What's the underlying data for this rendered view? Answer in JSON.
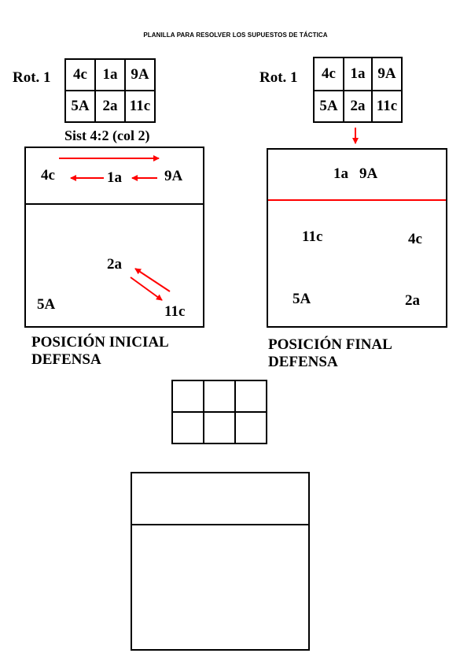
{
  "title": "PLANILLA PARA RESOLVER LOS SUPUESTOS DE TÁCTICA",
  "left": {
    "rotation_label": "Rot. 1",
    "rotation_grid": [
      [
        "4c",
        "1a",
        "9A"
      ],
      [
        "5A",
        "2a",
        "11c"
      ]
    ],
    "system_label": "Sist 4:2 (col 2)",
    "court_front": [
      "4c",
      "1a",
      "9A"
    ],
    "court_back": [
      "2a",
      "5A",
      "11c"
    ],
    "caption_line1": "POSICIÓN INICIAL",
    "caption_line2": "DEFENSA"
  },
  "right": {
    "rotation_label": "Rot. 1",
    "rotation_grid": [
      [
        "4c",
        "1a",
        "9A"
      ],
      [
        "5A",
        "2a",
        "11c"
      ]
    ],
    "court_front": [
      "1a",
      "9A"
    ],
    "court_back": [
      "11c",
      "4c",
      "5A",
      "2a"
    ],
    "caption_line1": "POSICIÓN FINAL",
    "caption_line2": "DEFENSA"
  },
  "colors": {
    "arrow": "#ff0000",
    "line": "#000000"
  }
}
